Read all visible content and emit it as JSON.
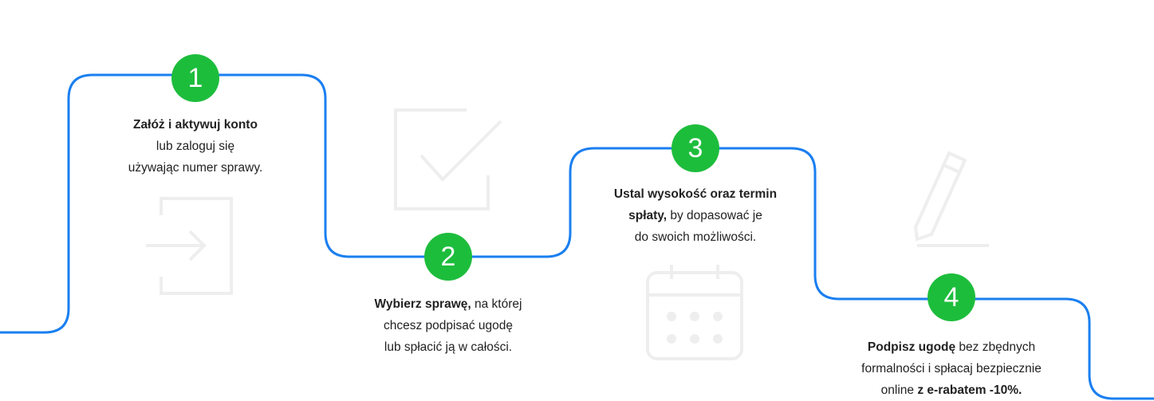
{
  "colors": {
    "line": "#1a7ff0",
    "badge": "#1dbd3c",
    "icon": "#eeeeee"
  },
  "steps": [
    {
      "number": "1",
      "icon": "login-icon",
      "bold1": "Załóż i aktywuj konto",
      "text1": "",
      "line2": "lub zaloguj się",
      "line3": "używając numer sprawy."
    },
    {
      "number": "2",
      "icon": "checkbox-icon",
      "bold1": "Wybierz sprawę,",
      "text1": " na której",
      "line2": "chcesz podpisać ugodę",
      "line3": "lub spłacić ją w całości."
    },
    {
      "number": "3",
      "icon": "calendar-icon",
      "bold1": "Ustal wysokość oraz termin",
      "bold2": "spłaty,",
      "text2": " by dopasować je",
      "line3": "do swoich możliwości."
    },
    {
      "number": "4",
      "icon": "pencil-icon",
      "bold1": "Podpisz ugodę",
      "text1": " bez zbędnych",
      "line2": "formalności i spłacaj bezpiecznie",
      "text3": "online ",
      "bold3": "z e-rabatem -10%."
    }
  ]
}
